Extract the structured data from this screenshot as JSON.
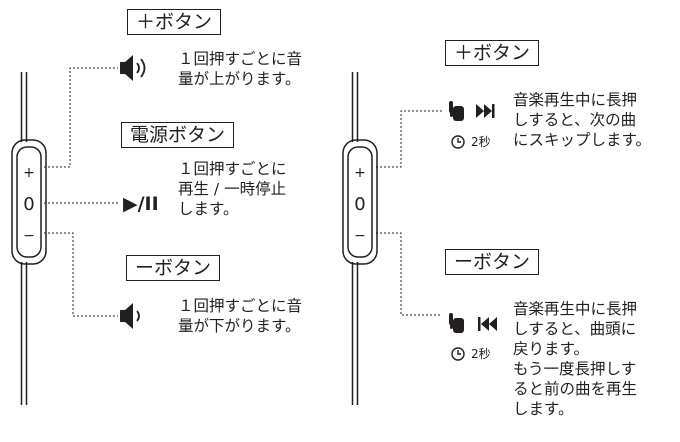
{
  "left": {
    "remote_marks": {
      "plus": "+",
      "center": "0",
      "minus": "−"
    },
    "plus_label": "＋ボタン",
    "plus_desc": "１回押すごとに音\n量が上がります。",
    "power_label": "電源ボタン",
    "power_symbol": "▶/II",
    "power_desc": "１回押すごとに\n再生 / 一時停止\nします。",
    "minus_label": "ーボタン",
    "minus_desc": "１回押すごとに音\n量が下がります。"
  },
  "right": {
    "remote_marks": {
      "plus": "+",
      "center": "0",
      "minus": "−"
    },
    "plus_label": "＋ボタン",
    "plus_seconds": "2秒",
    "plus_desc": "音楽再生中に長押\nしすると、次の曲\nにスキップします。",
    "minus_label": "ーボタン",
    "minus_seconds": "2秒",
    "minus_desc": "音楽再生中に長押\nしすると、曲頭に\n戻ります。\nもう一度長押しす\nると前の曲を再生\nします。"
  },
  "icons": {
    "volume_up": "speaker-volume-up-icon",
    "volume_down": "speaker-volume-down-icon",
    "hold": "pointing-hand-icon",
    "clock": "clock-icon",
    "next": "skip-next-icon",
    "previous": "skip-previous-icon"
  }
}
